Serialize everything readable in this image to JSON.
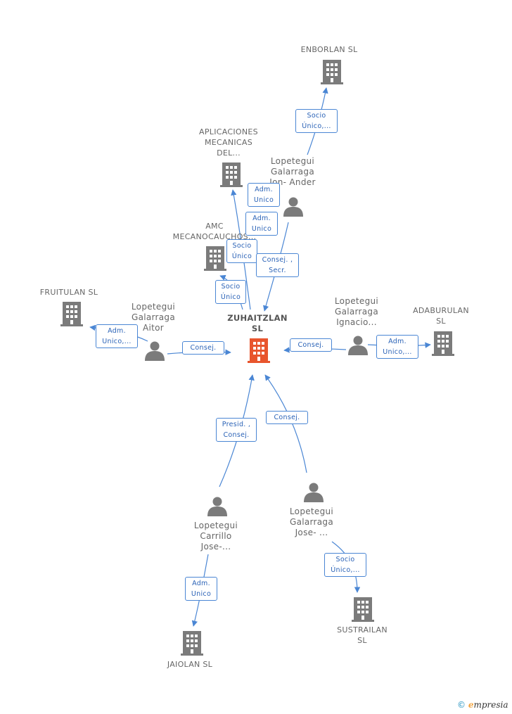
{
  "colors": {
    "edge": "#4a86d4",
    "company": "#7b7b7b",
    "person": "#7b7b7b",
    "center": "#e8552d"
  },
  "center": {
    "id": "zuhaitzlan",
    "name": [
      "ZUHAITZLAN",
      "SL"
    ],
    "icon": "building-icon"
  },
  "nodes": [
    {
      "id": "enborlan",
      "type": "company",
      "lines": [
        "ENBORLAN  SL"
      ]
    },
    {
      "id": "aplicaciones",
      "type": "company",
      "lines": [
        "APLICACIONES",
        "MECANICAS",
        "DEL..."
      ]
    },
    {
      "id": "amc",
      "type": "company",
      "lines": [
        "AMC",
        "MECANOCAUCHOS..."
      ]
    },
    {
      "id": "fruitulan",
      "type": "company",
      "lines": [
        "FRUITULAN  SL"
      ]
    },
    {
      "id": "adaburulan",
      "type": "company",
      "lines": [
        "ADABURULAN",
        "SL"
      ]
    },
    {
      "id": "sustrailan",
      "type": "company",
      "lines": [
        "SUSTRAILAN",
        "SL"
      ]
    },
    {
      "id": "jaiolan",
      "type": "company",
      "lines": [
        "JAIOLAN  SL"
      ]
    },
    {
      "id": "p_ion",
      "type": "person",
      "lines": [
        "Lopetegui",
        "Galarraga",
        "Ion- Ander"
      ]
    },
    {
      "id": "p_aitor",
      "type": "person",
      "lines": [
        "Lopetegui",
        "Galarraga",
        "Aitor"
      ]
    },
    {
      "id": "p_ignacio",
      "type": "person",
      "lines": [
        "Lopetegui",
        "Galarraga",
        "Ignacio..."
      ]
    },
    {
      "id": "p_jose",
      "type": "person",
      "lines": [
        "Lopetegui",
        "Galarraga",
        "Jose- ..."
      ]
    },
    {
      "id": "p_carrillo",
      "type": "person",
      "lines": [
        "Lopetegui",
        "Carrillo",
        "Jose-..."
      ]
    }
  ],
  "edges": [
    {
      "id": "e1",
      "label": [
        "Socio",
        "Único,..."
      ]
    },
    {
      "id": "e2",
      "label": [
        "Adm.",
        "Unico"
      ]
    },
    {
      "id": "e3",
      "label": [
        "Adm.",
        "Unico"
      ]
    },
    {
      "id": "e4",
      "label": [
        "Socio",
        "Único"
      ]
    },
    {
      "id": "e5",
      "label": [
        "Socio",
        "Único"
      ]
    },
    {
      "id": "e6",
      "label": [
        "Consej. ,",
        "Secr."
      ]
    },
    {
      "id": "e7",
      "label": [
        "Adm.",
        "Unico,..."
      ]
    },
    {
      "id": "e8",
      "label": [
        "Consej."
      ]
    },
    {
      "id": "e9",
      "label": [
        "Consej."
      ]
    },
    {
      "id": "e10",
      "label": [
        "Adm.",
        "Unico,..."
      ]
    },
    {
      "id": "e11",
      "label": [
        "Presid. ,",
        "Consej."
      ]
    },
    {
      "id": "e12",
      "label": [
        "Consej."
      ]
    },
    {
      "id": "e13",
      "label": [
        "Socio",
        "Único,..."
      ]
    },
    {
      "id": "e14",
      "label": [
        "Adm.",
        "Unico"
      ]
    }
  ],
  "footer": {
    "copyright": "©",
    "brand_initial": "e",
    "brand_rest": "mpresia"
  }
}
